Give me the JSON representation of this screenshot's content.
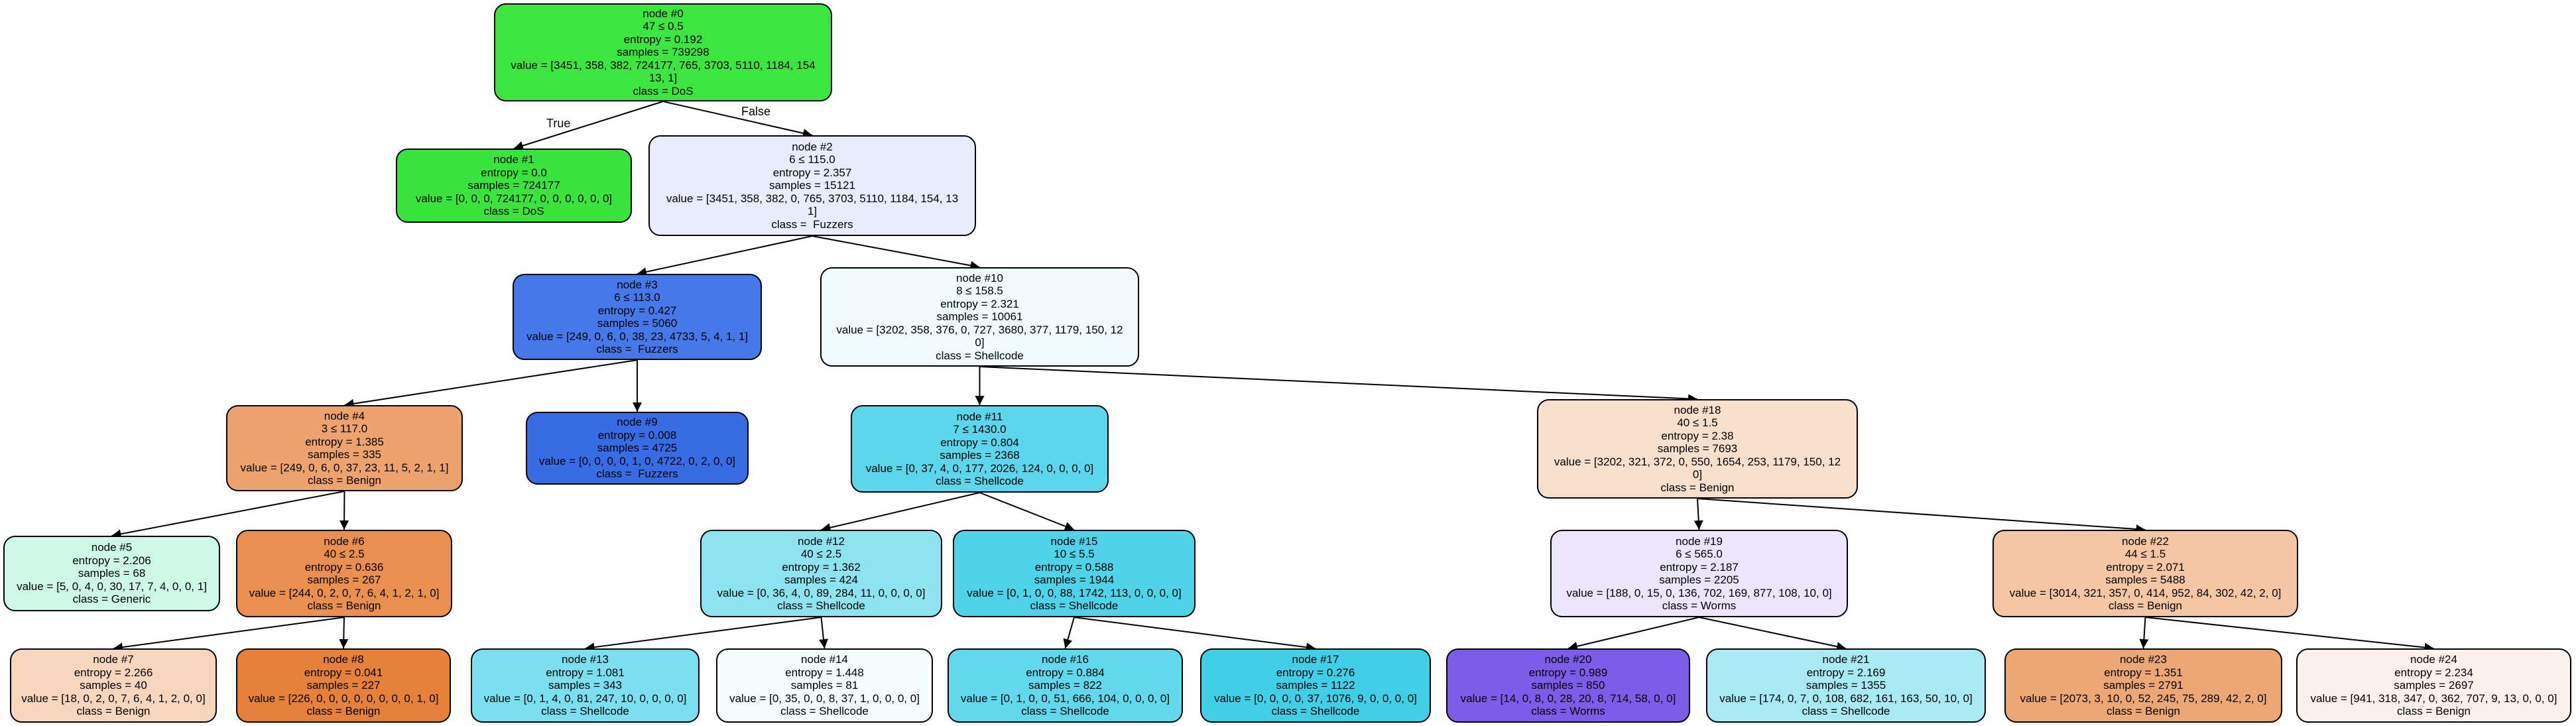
{
  "nodes": [
    {
      "id": "n0",
      "fill": "#3de53f",
      "lines": [
        "node #0",
        "47 ≤ 0.5",
        "entropy = 0.192",
        "samples = 739298",
        "value = [3451, 358, 382, 724177, 765, 3703, 5110, 1184, 154",
        "13, 1]",
        "class = DoS"
      ]
    },
    {
      "id": "n1",
      "fill": "#39e43c",
      "lines": [
        "node #1",
        "entropy = 0.0",
        "samples = 724177",
        "value = [0, 0, 0, 724177, 0, 0, 0, 0, 0, 0]",
        "class = DoS"
      ]
    },
    {
      "id": "n2",
      "fill": "#e8ecfc",
      "lines": [
        "node #2",
        "6 ≤ 115.0",
        "entropy = 2.357",
        "samples = 15121",
        "value = [3451, 358, 382, 0, 765, 3703, 5110, 1184, 154, 13",
        "1]",
        "class =  Fuzzers"
      ]
    },
    {
      "id": "n3",
      "fill": "#4579e9",
      "lines": [
        "node #3",
        "6 ≤ 113.0",
        "entropy = 0.427",
        "samples = 5060",
        "value = [249, 0, 6, 0, 38, 23, 4733, 5, 4, 1, 1]",
        "class =  Fuzzers"
      ]
    },
    {
      "id": "n4",
      "fill": "#eea36e",
      "lines": [
        "node #4",
        "3 ≤ 117.0",
        "entropy = 1.385",
        "samples = 335",
        "value = [249, 0, 6, 0, 37, 23, 11, 5, 2, 1, 1]",
        "class = Benign"
      ]
    },
    {
      "id": "n5",
      "fill": "#cdf8e8",
      "lines": [
        "node #5",
        "entropy = 2.206",
        "samples = 68",
        "value = [5, 0, 4, 0, 30, 17, 7, 4, 0, 0, 1]",
        "class = Generic"
      ]
    },
    {
      "id": "n6",
      "fill": "#e99051",
      "lines": [
        "node #6",
        "40 ≤ 2.5",
        "entropy = 0.636",
        "samples = 267",
        "value = [244, 0, 2, 0, 7, 6, 4, 1, 2, 1, 0]",
        "class = Benign"
      ]
    },
    {
      "id": "n7",
      "fill": "#f8d6bd",
      "lines": [
        "node #7",
        "entropy = 2.266",
        "samples = 40",
        "value = [18, 0, 2, 0, 7, 6, 4, 1, 2, 0, 0]",
        "class = Benign"
      ]
    },
    {
      "id": "n8",
      "fill": "#e58139",
      "lines": [
        "node #8",
        "entropy = 0.041",
        "samples = 227",
        "value = [226, 0, 0, 0, 0, 0, 0, 0, 0, 1, 0]",
        "class = Benign"
      ]
    },
    {
      "id": "n9",
      "fill": "#386ce5",
      "lines": [
        "node #9",
        "entropy = 0.008",
        "samples = 4725",
        "value = [0, 0, 0, 0, 1, 0, 4722, 0, 2, 0, 0]",
        "class =  Fuzzers"
      ]
    },
    {
      "id": "n10",
      "fill": "#f0fcfd",
      "lines": [
        "node #10",
        "8 ≤ 158.5",
        "entropy = 2.321",
        "samples = 10061",
        "value = [3202, 358, 376, 0, 727, 3680, 377, 1179, 150, 12",
        "0]",
        "class = Shellcode"
      ]
    },
    {
      "id": "n11",
      "fill": "#5bd6ea",
      "lines": [
        "node #11",
        "7 ≤ 1430.0",
        "entropy = 0.804",
        "samples = 2368",
        "value = [0, 37, 4, 0, 177, 2026, 124, 0, 0, 0, 0]",
        "class = Shellcode"
      ]
    },
    {
      "id": "n12",
      "fill": "#8ee3f1",
      "lines": [
        "node #12",
        "40 ≤ 2.5",
        "entropy = 1.362",
        "samples = 424",
        "value = [0, 36, 4, 0, 89, 284, 11, 0, 0, 0, 0]",
        "class = Shellcode"
      ]
    },
    {
      "id": "n13",
      "fill": "#7bdfef",
      "lines": [
        "node #13",
        "entropy = 1.081",
        "samples = 343",
        "value = [0, 1, 4, 0, 81, 247, 10, 0, 0, 0, 0]",
        "class = Shellcode"
      ]
    },
    {
      "id": "n14",
      "fill": "#f4fcfe",
      "lines": [
        "node #14",
        "entropy = 1.448",
        "samples = 81",
        "value = [0, 35, 0, 0, 8, 37, 1, 0, 0, 0, 0]",
        "class = Shellcode"
      ]
    },
    {
      "id": "n15",
      "fill": "#4fd3e8",
      "lines": [
        "node #15",
        "10 ≤ 5.5",
        "entropy = 0.588",
        "samples = 1944",
        "value = [0, 1, 0, 0, 88, 1742, 113, 0, 0, 0, 0]",
        "class = Shellcode"
      ]
    },
    {
      "id": "n16",
      "fill": "#61d8eb",
      "lines": [
        "node #16",
        "entropy = 0.884",
        "samples = 822",
        "value = [0, 1, 0, 0, 51, 666, 104, 0, 0, 0, 0]",
        "class = Shellcode"
      ]
    },
    {
      "id": "n17",
      "fill": "#40cfe6",
      "lines": [
        "node #17",
        "entropy = 0.276",
        "samples = 1122",
        "value = [0, 0, 0, 0, 37, 1076, 9, 0, 0, 0, 0]",
        "class = Shellcode"
      ]
    },
    {
      "id": "n18",
      "fill": "#f8dfcb",
      "lines": [
        "node #18",
        "40 ≤ 1.5",
        "entropy = 2.38",
        "samples = 7693",
        "value = [3202, 321, 372, 0, 550, 1654, 253, 1179, 150, 12",
        "0]",
        "class = Benign"
      ]
    },
    {
      "id": "n19",
      "fill": "#ebe5fc",
      "lines": [
        "node #19",
        "6 ≤ 565.0",
        "entropy = 2.187",
        "samples = 2205",
        "value = [188, 0, 15, 0, 136, 702, 169, 877, 108, 10, 0]",
        "class = Worms"
      ]
    },
    {
      "id": "n20",
      "fill": "#7c5ce8",
      "lines": [
        "node #20",
        "entropy = 0.989",
        "samples = 850",
        "value = [14, 0, 8, 0, 28, 20, 8, 714, 58, 0, 0]",
        "class = Worms"
      ]
    },
    {
      "id": "n21",
      "fill": "#a8eaf4",
      "lines": [
        "node #21",
        "entropy = 2.169",
        "samples = 1355",
        "value = [174, 0, 7, 0, 108, 682, 161, 163, 50, 10, 0]",
        "class = Shellcode"
      ]
    },
    {
      "id": "n22",
      "fill": "#f4c6a4",
      "lines": [
        "node #22",
        "44 ≤ 1.5",
        "entropy = 2.071",
        "samples = 5488",
        "value = [3014, 321, 357, 0, 414, 952, 84, 302, 42, 2, 0]",
        "class = Benign"
      ]
    },
    {
      "id": "n23",
      "fill": "#eda774",
      "lines": [
        "node #23",
        "entropy = 1.351",
        "samples = 2791",
        "value = [2073, 3, 10, 0, 52, 245, 75, 289, 42, 2, 0]",
        "class = Benign"
      ]
    },
    {
      "id": "n24",
      "fill": "#fdf2eb",
      "lines": [
        "node #24",
        "entropy = 2.234",
        "samples = 2697",
        "value = [941, 318, 347, 0, 362, 707, 9, 13, 0, 0, 0]",
        "class = Benign"
      ]
    }
  ],
  "edges": [
    [
      "n0",
      "n1"
    ],
    [
      "n0",
      "n2"
    ],
    [
      "n2",
      "n3"
    ],
    [
      "n2",
      "n10"
    ],
    [
      "n3",
      "n4"
    ],
    [
      "n3",
      "n9"
    ],
    [
      "n4",
      "n5"
    ],
    [
      "n4",
      "n6"
    ],
    [
      "n6",
      "n7"
    ],
    [
      "n6",
      "n8"
    ],
    [
      "n10",
      "n11"
    ],
    [
      "n10",
      "n18"
    ],
    [
      "n11",
      "n12"
    ],
    [
      "n11",
      "n15"
    ],
    [
      "n12",
      "n13"
    ],
    [
      "n12",
      "n14"
    ],
    [
      "n15",
      "n16"
    ],
    [
      "n15",
      "n17"
    ],
    [
      "n18",
      "n19"
    ],
    [
      "n18",
      "n22"
    ],
    [
      "n19",
      "n20"
    ],
    [
      "n19",
      "n21"
    ],
    [
      "n22",
      "n23"
    ],
    [
      "n22",
      "n24"
    ]
  ],
  "edge_labels": {
    "true_label": "True",
    "false_label": "False"
  }
}
